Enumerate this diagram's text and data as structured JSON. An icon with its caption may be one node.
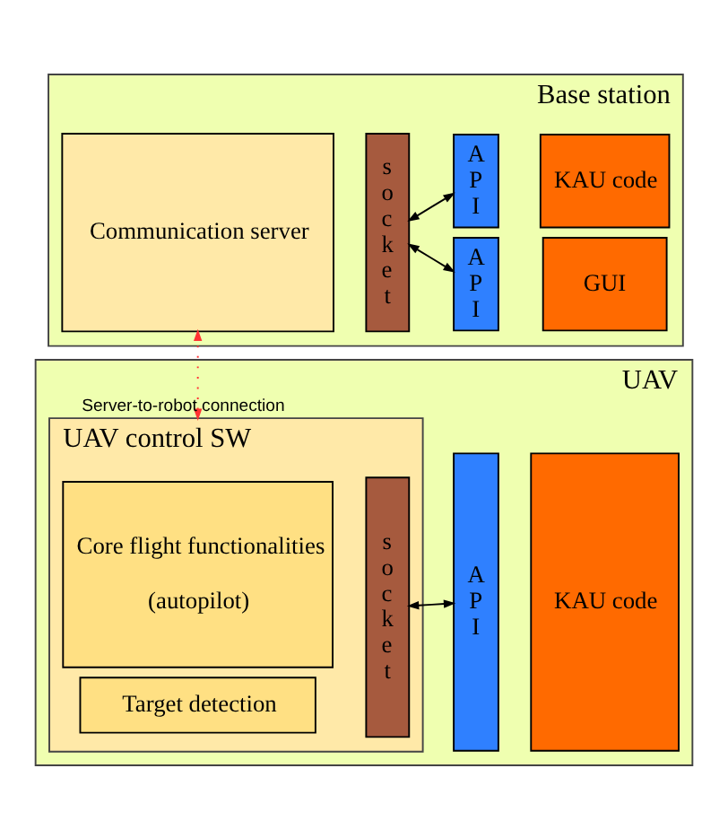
{
  "diagram": {
    "nodes": [
      {
        "text": [
          "UAV"
        ]
      },
      {
        "text": [
          "UAV control SW"
        ],
        "in": 0
      },
      {
        "text": [
          "Core flight functionalities",
          "(autopilot)"
        ],
        "in": 1
      },
      {
        "text": [
          "Target detection"
        ],
        "in": 1
      },
      {
        "text": [
          "socket"
        ],
        "in": 1
      },
      {
        "text": [
          "API"
        ],
        "in": 0
      },
      {
        "text": [
          "KAU code"
        ],
        "in": 0
      },
      {
        "text": [
          "Base station"
        ]
      },
      {
        "text": [
          "Communication server"
        ],
        "in": 7
      },
      {
        "text": [
          "socket"
        ],
        "in": 7
      },
      {
        "text": [
          "API"
        ],
        "in": 7
      },
      {
        "text": [
          "GUI"
        ],
        "in": 7
      },
      {
        "text": [
          "API"
        ],
        "in": 7
      },
      {
        "text": [
          "KAU code"
        ],
        "in": 7
      }
    ],
    "edges": [
      {
        "from": 4,
        "to": 5,
        "arrow": "both"
      },
      {
        "from": 1,
        "to": 8,
        "arrow": "both",
        "label": "Server-to-robot connection",
        "style": "dashed",
        "color": "#ff3333"
      },
      {
        "from": 9,
        "to": 10,
        "arrow": "both"
      },
      {
        "from": 9,
        "to": 12,
        "arrow": "both"
      }
    ]
  }
}
